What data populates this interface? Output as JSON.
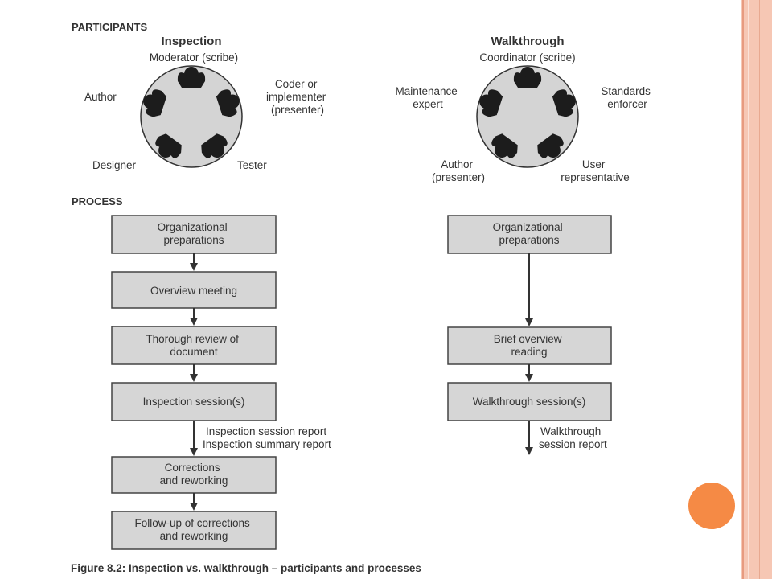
{
  "section_participants": "PARTICIPANTS",
  "section_process": "PROCESS",
  "inspection": {
    "title": "Inspection",
    "roles": {
      "top": "Moderator (scribe)",
      "left": "Author",
      "right": [
        "Coder or",
        "implementer",
        "(presenter)"
      ],
      "bottom_left": "Designer",
      "bottom_right": "Tester"
    },
    "steps": [
      [
        "Organizational",
        "preparations"
      ],
      [
        "Overview meeting"
      ],
      [
        "Thorough review of",
        "document"
      ],
      [
        "Inspection session(s)"
      ],
      [
        "Corrections",
        "and reworking"
      ],
      [
        "Follow-up of corrections",
        "and reworking"
      ]
    ],
    "report_label": [
      "Inspection session report",
      "Inspection summary report"
    ]
  },
  "walkthrough": {
    "title": "Walkthrough",
    "roles": {
      "top": "Coordinator (scribe)",
      "left": [
        "Maintenance",
        "expert"
      ],
      "right": [
        "Standards",
        "enforcer"
      ],
      "bottom_left": [
        "Author",
        "(presenter)"
      ],
      "bottom_right": [
        "User",
        "representative"
      ]
    },
    "steps": [
      [
        "Organizational",
        "preparations"
      ],
      [
        "Brief overview",
        "reading"
      ],
      [
        "Walkthrough session(s)"
      ]
    ],
    "report_label": [
      "Walkthrough",
      "session report"
    ]
  },
  "caption": "Figure 8.2: Inspection vs. walkthrough – participants and processes",
  "colors": {
    "box_fill": "#d6d6d6",
    "accent_circle": "#f58a45",
    "side_band": "#f6c7b4"
  }
}
